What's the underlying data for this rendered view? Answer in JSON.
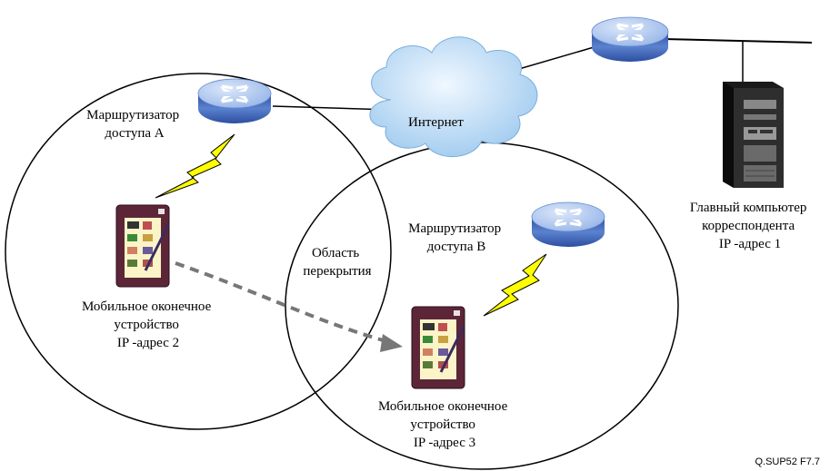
{
  "labels": {
    "router_a": [
      "Маршрутизатор",
      "доступа A"
    ],
    "router_b": [
      "Маршрутизатор",
      "доступа B"
    ],
    "internet": "Интернет",
    "overlap": [
      "Область",
      "перекрытия"
    ],
    "correspondent": [
      "Главный компьютер",
      "корреспондента",
      "IP -адрес 1"
    ],
    "mobile_left": [
      "Мобильное оконечное",
      "устройство",
      "IP -адрес 2"
    ],
    "mobile_right": [
      "Мобильное оконечное",
      "устройство",
      "IP -адрес 3"
    ],
    "figure_ref": "Q.SUP52  F7.7"
  },
  "colors": {
    "router_top": "#a9c3ee",
    "router_side": "#3e63b8",
    "cloud": "#bcd9f3",
    "lightning": "#ffff00",
    "device_body": "#5c2638",
    "device_screen": "#fbf4c8",
    "arrow": "#777777"
  }
}
